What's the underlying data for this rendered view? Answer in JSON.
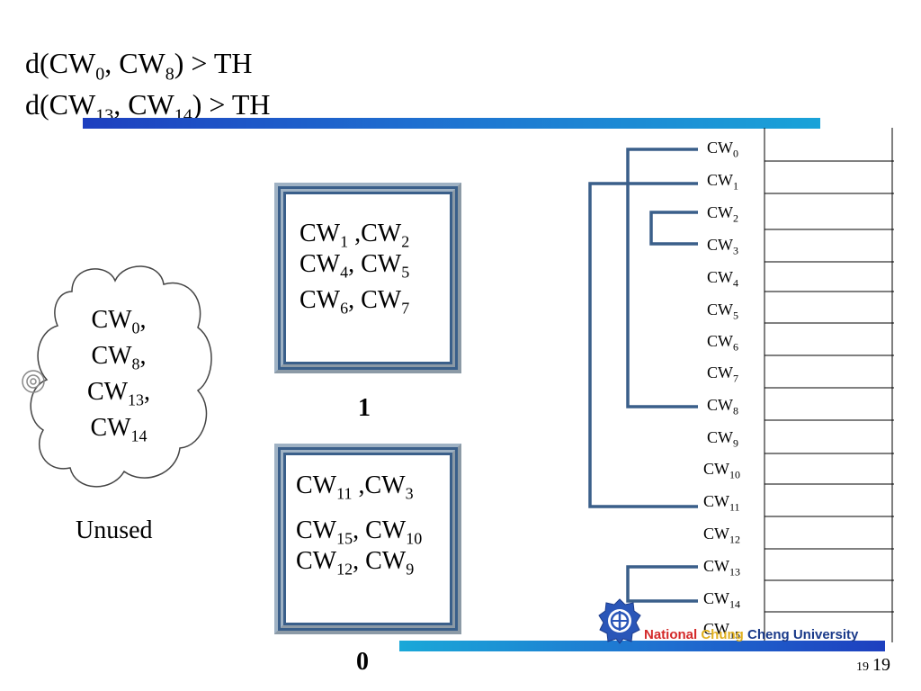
{
  "title": {
    "line1": {
      "a": "d(CW",
      "sub1": "0",
      "b": ",   CW",
      "sub2": "8",
      "c": ")   > TH"
    },
    "line2": {
      "a": "d(CW",
      "sub1": "13",
      "b": ", CW",
      "sub2": "14",
      "c": ") > TH"
    }
  },
  "unused_cloud": {
    "items": [
      {
        "base": "CW",
        "sub": "0",
        "suffix": ","
      },
      {
        "base": "CW",
        "sub": "8",
        "suffix": ","
      },
      {
        "base": "CW",
        "sub": "13",
        "suffix": ","
      },
      {
        "base": "CW",
        "sub": "14",
        "suffix": ""
      }
    ],
    "caption": "Unused"
  },
  "box_one": {
    "rows": [
      {
        "a": "CW",
        "s1": "1",
        "b": " ,CW",
        "s2": "2"
      },
      {
        "a": "CW",
        "s1": "4",
        "b": ", CW",
        "s2": "5"
      },
      {
        "a": "CW",
        "s1": "6",
        "b": ", CW",
        "s2": "7"
      }
    ],
    "label": "1"
  },
  "box_zero": {
    "rows": [
      {
        "a": "CW",
        "s1": "11",
        "b": " ,CW",
        "s2": "3"
      },
      {
        "a": "CW",
        "s1": "15",
        "b": ", CW",
        "s2": "10"
      },
      {
        "a": "CW",
        "s1": "12",
        "b": ", CW",
        "s2": "9"
      }
    ],
    "label": "0"
  },
  "codewords": [
    {
      "base": "CW",
      "sub": "0"
    },
    {
      "base": "CW",
      "sub": "1"
    },
    {
      "base": "CW",
      "sub": "2"
    },
    {
      "base": "CW",
      "sub": "3"
    },
    {
      "base": "CW",
      "sub": "4"
    },
    {
      "base": "CW",
      "sub": "5"
    },
    {
      "base": "CW",
      "sub": "6"
    },
    {
      "base": "CW",
      "sub": "7"
    },
    {
      "base": "CW",
      "sub": "8"
    },
    {
      "base": "CW",
      "sub": "9"
    },
    {
      "base": "CW",
      "sub": "10"
    },
    {
      "base": "CW",
      "sub": "11"
    },
    {
      "base": "CW",
      "sub": "12"
    },
    {
      "base": "CW",
      "sub": "13"
    },
    {
      "base": "CW",
      "sub": "14"
    },
    {
      "base": "CW",
      "sub": "15"
    }
  ],
  "footer": {
    "university": {
      "part1": "National ",
      "part2": "Chung ",
      "part3": "Cheng University"
    },
    "page_small": "19",
    "page_large": "19"
  },
  "colors": {
    "accent": "#3a5f8a",
    "bar_dark": "#1d3fbf",
    "bar_light": "#1aa8d8"
  }
}
